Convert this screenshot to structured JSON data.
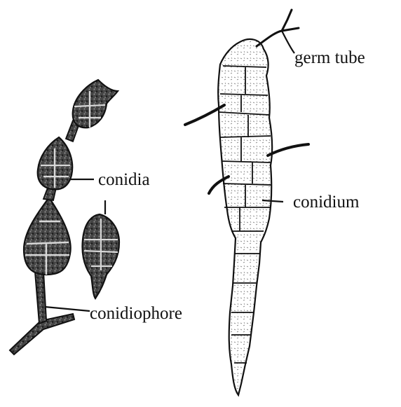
{
  "labels": {
    "germ_tube": "germ tube",
    "conidia": "conidia",
    "conidium": "conidium",
    "conidiophore": "conidiophore"
  },
  "colors": {
    "ink": "#111111",
    "paper": "#ffffff",
    "dark_cell": "#3a3a3a"
  },
  "icons": {
    "left_figure": "dark-chained-conidia",
    "right_figure": "germinating-conidium"
  }
}
